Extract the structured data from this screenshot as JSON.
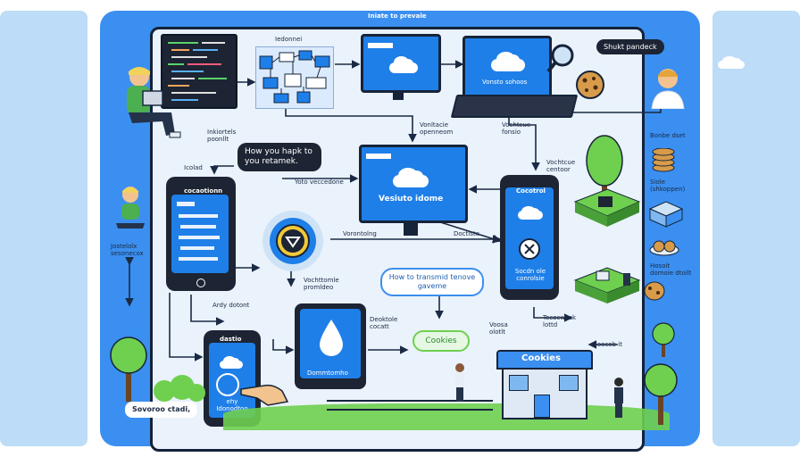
{
  "header": {
    "title": "Iniate to prevale"
  },
  "labels": {
    "top_dev_label": "Iedonnei",
    "callout_top_right": "Shukt pandeck",
    "monitor_top_caption": "Vonsto sohoos",
    "arrow_label_mid_top": "Vonltacie openneom",
    "arrow_label_right_top": "Vochtcue fonsio",
    "arrow_label_right_2": "Vochtcue centoor",
    "left_person_label": "Inkiortels poonllt",
    "left_arrow_label": "Icolad",
    "speech_bubble": "How you hapk to you retamek.",
    "arrow_label_to_monitor": "Yoto veccedone",
    "center_monitor_caption": "Vesiuto idome",
    "right_phone_title": "Cocotrol",
    "right_phone_caption": "Socdn ole conrolsie",
    "left_phone_title": "cocaotionn",
    "left_person2_label": "Jostelolx sesonecox",
    "center_badge_label_left": "Vorontolng",
    "center_badge_label_right": "Doctlste",
    "center_badge_below": "Vochttomle promldeo",
    "transmit_pill": "How to transmid tenove gaveme",
    "cookies_pill": "Cookies",
    "arrow_label_left_mid": "Ardy dotont",
    "tablet_caption": "Dommtomho",
    "arrow_label_tablet_right": "Deoktole cocatt",
    "arrow_label_right_mid": "Tecocwask lottd",
    "arrow_label_right_low": "Voosa olotlt",
    "bottom_arrow_label": "Coocob it",
    "left_phone2_title": "dastio",
    "left_phone2_caption": "ehy Idonodtoo",
    "bottom_left_label": "Sovoroo ctadi,",
    "house_sign": "Cookies",
    "right_col_label_1": "Bonbe dset",
    "right_col_label_2": "Siole (shkoppen)",
    "right_col_label_3": "Hosoit domoie dtoilt"
  },
  "colors": {
    "frame_blue": "#3b8ff0",
    "screen_blue": "#1f7fe8",
    "dark": "#16243a",
    "grass": "#6fcf4f",
    "cookie": "#c98a3e"
  },
  "icons": [
    "cloud-icon",
    "drop-icon",
    "magnifier-icon",
    "cookie-icon",
    "x-icon",
    "gear-badge-icon"
  ]
}
